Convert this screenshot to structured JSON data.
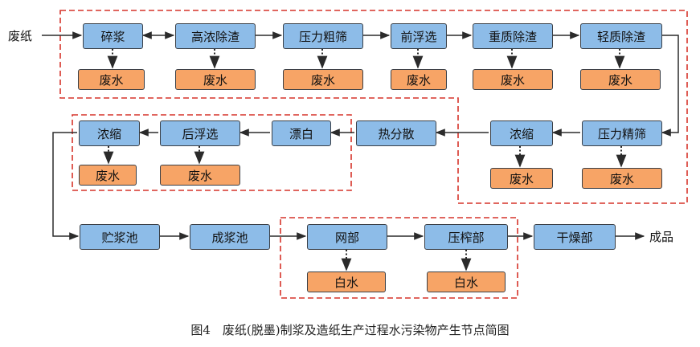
{
  "input_label": "废纸",
  "output_label": "成品",
  "caption": "图4　废纸(脱墨)制浆及造纸生产过程水污染物产生节点简图",
  "colors": {
    "process_fill": "#8dbce8",
    "waste_fill": "#f7a466",
    "border": "#3a3f46",
    "dashed_box": "#d6332a",
    "arrow": "#2b2b2b"
  },
  "nodes": {
    "crush": "碎浆",
    "hd_clean": "高浓除渣",
    "pressure_coarse": "压力粗筛",
    "pre_float": "前浮选",
    "heavy_clean": "重质除渣",
    "light_clean": "轻质除渣",
    "fine_screen": "压力精筛",
    "thicken1": "浓缩",
    "disperse": "热分散",
    "bleach": "漂白",
    "post_float": "后浮选",
    "thicken2": "浓缩",
    "storage": "贮浆池",
    "stock": "成浆池",
    "wire": "网部",
    "press": "压榨部",
    "dryer": "干燥部"
  },
  "outputs": {
    "waste_water": "废水",
    "white_water": "白水"
  }
}
